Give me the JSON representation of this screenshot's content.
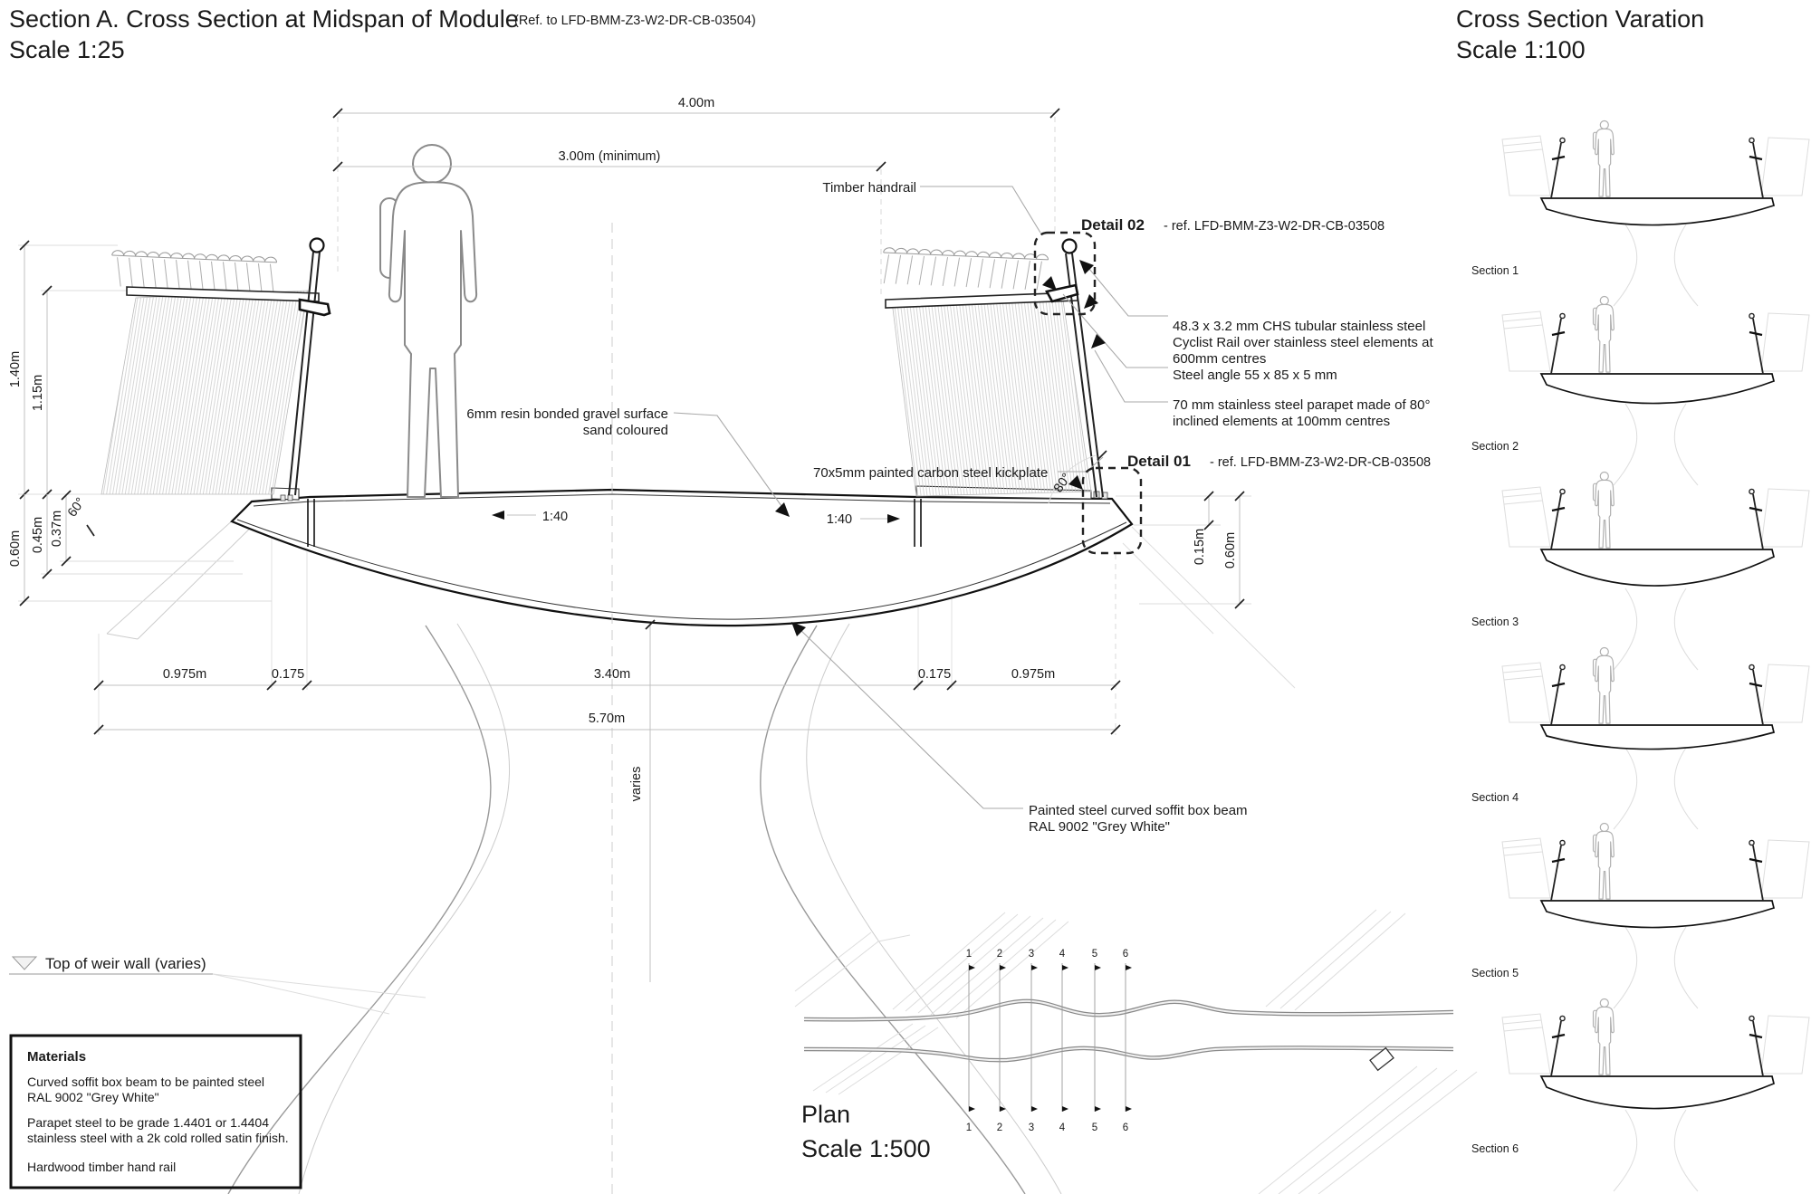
{
  "header": {
    "title": "Section A. Cross Section at Midspan of Module",
    "title_ref": "(Ref. to LFD-BMM-Z3-W2-DR-CB-03504)",
    "scale": "Scale 1:25"
  },
  "variation": {
    "title": "Cross Section Varation",
    "scale": "Scale 1:100",
    "sections": [
      "Section 1",
      "Section 2",
      "Section 3",
      "Section 4",
      "Section 5",
      "Section 6"
    ]
  },
  "dims": {
    "top_width": "4.00m",
    "clear_width": "3.00m (minimum)",
    "left_h_outer": "1.40m",
    "left_h_inner": "1.15m",
    "left_d1": "0.60m",
    "left_d2": "0.45m",
    "left_d3": "0.37m",
    "left_angle": "60°",
    "bottom": [
      "0.975m",
      "0.175",
      "3.40m",
      "0.175",
      "0.975m"
    ],
    "total": "5.70m",
    "varies": "varies",
    "right_d1": "0.15m",
    "right_d2": "0.60m",
    "slope_left": "1:40",
    "slope_right": "1:40",
    "parapet_angle": "80°"
  },
  "annotations": {
    "timber_handrail": "Timber handrail",
    "gravel_1": "6mm resin bonded gravel surface",
    "gravel_2": "sand coloured",
    "kickplate": "70x5mm painted carbon steel kickplate",
    "chs_1": "48.3 x 3.2 mm CHS tubular stainless steel",
    "chs_2": "Cyclist Rail over stainless steel elements at",
    "chs_3": "600mm centres",
    "steel_angle": "Steel angle 55 x 85 x 5 mm",
    "parapet_1": "70 mm stainless steel parapet made of 80°",
    "parapet_2": "inclined elements at 100mm centres",
    "soffit_1": "Painted steel curved soffit box beam",
    "soffit_2": "RAL 9002 \"Grey White\"",
    "weir_wall": "Top of  weir wall (varies)"
  },
  "details": {
    "d02_label": "Detail 02",
    "d02_ref": "- ref. LFD-BMM-Z3-W2-DR-CB-03508",
    "d01_label": "Detail 01",
    "d01_ref": "- ref. LFD-BMM-Z3-W2-DR-CB-03508"
  },
  "plan": {
    "title": "Plan",
    "scale": "Scale 1:500",
    "grid": [
      "1",
      "2",
      "3",
      "4",
      "5",
      "6"
    ]
  },
  "materials": {
    "title": "Materials",
    "line1": "Curved soffit box beam to be painted steel",
    "line2": "RAL 9002 \"Grey White\"",
    "line3": "Parapet steel to be grade 1.4401 or 1.4404",
    "line4": "stainless steel with a 2k cold rolled satin finish.",
    "line5": "Hardwood timber hand rail"
  },
  "colors": {
    "line": "#1a1a1a",
    "medium": "#999999",
    "light": "#cccccc",
    "background": "#ffffff"
  }
}
